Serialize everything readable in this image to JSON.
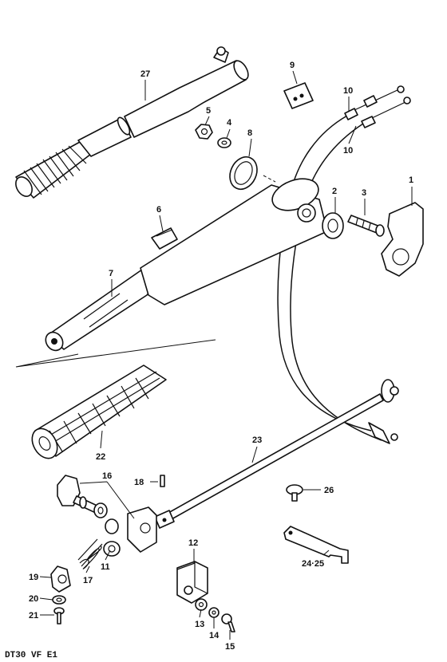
{
  "diagram": {
    "caption": "DT30 VF E1",
    "callouts": {
      "p1": "1",
      "p2": "2",
      "p3": "3",
      "p4": "4",
      "p5": "5",
      "p6": "6",
      "p7": "7",
      "p8": "8",
      "p9": "9",
      "p10a": "10",
      "p10b": "10",
      "p11": "11",
      "p12": "12",
      "p13": "13",
      "p14": "14",
      "p15": "15",
      "p16": "16",
      "p17": "17",
      "p18": "18",
      "p19": "19",
      "p20": "20",
      "p21": "21",
      "p22": "22",
      "p23": "23",
      "p24": "24·25",
      "p26": "26",
      "p27": "27"
    }
  }
}
